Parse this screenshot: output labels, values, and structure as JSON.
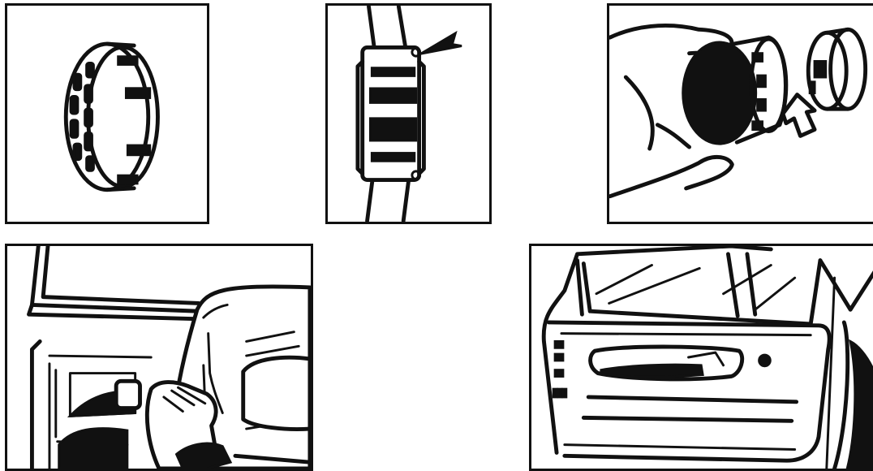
{
  "panels": [
    {
      "id": "ring",
      "icons": [
        "retaining-ring-icon"
      ]
    },
    {
      "id": "gasket-section",
      "icons": [
        "pointer-arrow-icon"
      ]
    },
    {
      "id": "fit-ring",
      "icons": [
        "hand-icon",
        "push-arrow-icon",
        "retaining-ring-icon"
      ]
    },
    {
      "id": "door-install",
      "icons": [
        "hand-icon",
        "door-panel-icon"
      ]
    },
    {
      "id": "finished-door",
      "icons": [
        "door-handle-icon",
        "vent-grille-icon"
      ]
    }
  ],
  "colors": {
    "ink": "#111111",
    "paper": "#ffffff"
  }
}
